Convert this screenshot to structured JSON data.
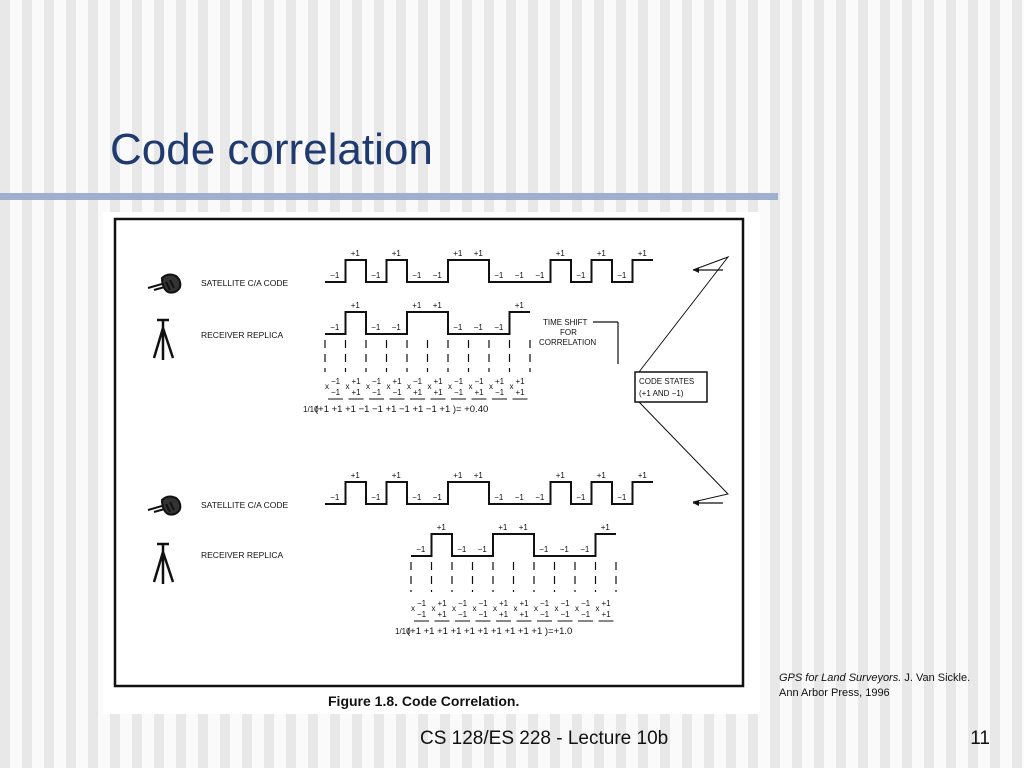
{
  "slide": {
    "title": "Code correlation",
    "footer": "CS 128/ES 228 - Lecture 10b",
    "page_number": "11"
  },
  "citation": {
    "book_title": "GPS for Land Surveyors.",
    "text": "J. Van Sickle.  Ann Arbor Press, 1996"
  },
  "figure": {
    "caption": "Figure 1.8.  Code Correlation.",
    "satellite_label": "SATELLITE C/A CODE",
    "receiver_label": "RECEIVER REPLICA",
    "time_shift_label": [
      "TIME SHIFT",
      "FOR",
      "CORRELATION"
    ],
    "code_states_label": [
      "CODE STATES",
      "(+1  AND  −1)"
    ],
    "top_sum": "(+1 +1 +1 −1 −1 +1 −1 +1 −1 +1 )= +0.40",
    "bottom_sum": "(+1 +1 +1 +1 +1 +1 +1 +1 +1 +1 )=+1.0",
    "fraction": "1/10",
    "top_products": [
      {
        "top": "−1",
        "bot": "−1"
      },
      {
        "top": "+1",
        "bot": "+1"
      },
      {
        "top": "−1",
        "bot": "−1"
      },
      {
        "top": "+1",
        "bot": "−1"
      },
      {
        "top": "−1",
        "bot": "+1"
      },
      {
        "top": "+1",
        "bot": "+1"
      },
      {
        "top": "−1",
        "bot": "−1"
      },
      {
        "top": "−1",
        "bot": "+1"
      },
      {
        "top": "+1",
        "bot": "−1"
      },
      {
        "top": "+1",
        "bot": "+1"
      }
    ],
    "bottom_products": [
      {
        "top": "−1",
        "bot": "−1"
      },
      {
        "top": "+1",
        "bot": "+1"
      },
      {
        "top": "−1",
        "bot": "−1"
      },
      {
        "top": "−1",
        "bot": "−1"
      },
      {
        "top": "+1",
        "bot": "+1"
      },
      {
        "top": "+1",
        "bot": "+1"
      },
      {
        "top": "−1",
        "bot": "−1"
      },
      {
        "top": "−1",
        "bot": "−1"
      },
      {
        "top": "−1",
        "bot": "−1"
      },
      {
        "top": "+1",
        "bot": "+1"
      }
    ],
    "sat_states": [
      -1,
      1,
      -1,
      1,
      -1,
      -1,
      1,
      1,
      -1,
      -1,
      -1,
      1,
      -1,
      1,
      -1,
      1
    ],
    "top_rep_states": [
      -1,
      1,
      -1,
      -1,
      1,
      1,
      -1,
      -1,
      -1,
      1
    ],
    "bottom_rep_states": [
      -1,
      1,
      -1,
      -1,
      1,
      1,
      -1,
      -1,
      -1,
      1
    ],
    "plus_label": "+1",
    "minus_label": "−1"
  }
}
